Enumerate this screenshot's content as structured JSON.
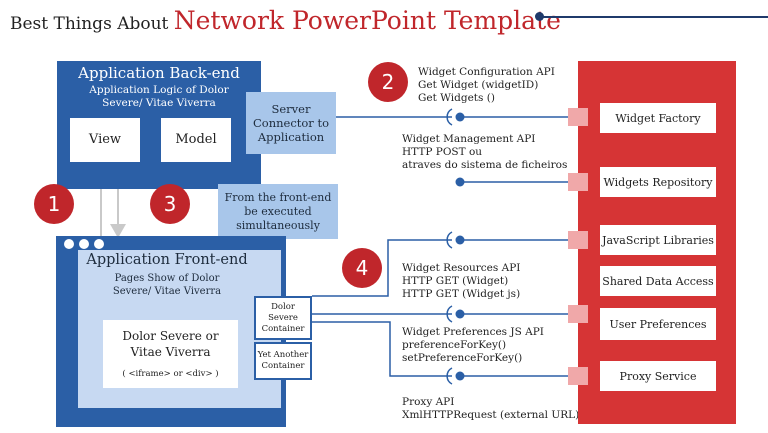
{
  "header": {
    "prefix": "Best Things About",
    "title": "Network PowerPoint Template"
  },
  "backend": {
    "title": "Application Back-end",
    "subtitle_1": "Application Logic of Dolor",
    "subtitle_2": "Severe/ Vitae Viverra",
    "view": "View",
    "model": "Model",
    "server_1": "Server",
    "server_2": "Connector to",
    "server_3": "Application"
  },
  "badges": [
    "1",
    "2",
    "3",
    "4"
  ],
  "note": {
    "line_1": "From the front-end",
    "line_2": "be executed",
    "line_3": "simultaneously"
  },
  "frontend": {
    "title": "Application Front-end",
    "subtitle_1": "Pages Show of Dolor",
    "subtitle_2": "Severe/ Vitae Viverra",
    "box_1": "Dolor Severe or",
    "box_2": "Vitae Viverra",
    "box_3": "( <iframe> or <div> )",
    "container_1a": "Dolor Severe",
    "container_1b": "Container",
    "container_2a": "Yet Another",
    "container_2b": "Container"
  },
  "apis": [
    {
      "title": "Widget Configuration API",
      "lines": [
        "Get Widget (widgetID)",
        "Get Widgets ()"
      ]
    },
    {
      "title": "Widget Management API",
      "lines": [
        "HTTP POST ou",
        "atraves do sistema de ficheiros"
      ]
    },
    {
      "title": "Widget Resources API",
      "lines": [
        "HTTP GET (Widget)",
        "HTTP GET (Widget js)"
      ]
    },
    {
      "title": "Widget Preferences JS API",
      "lines": [
        "preferenceForKey()",
        "setPreferenceForKey()"
      ]
    },
    {
      "title": "Proxy API",
      "lines": [
        "XmlHTTPRequest (external URL)"
      ]
    }
  ],
  "services": [
    "Widget Factory",
    "Widgets Repository",
    "JavaScript Libraries",
    "Shared Data Access",
    "User Preferences",
    "Proxy Service"
  ],
  "colors": {
    "accent_red": "#c0262b",
    "panel_blue": "#2b5fa6",
    "light_blue": "#a8c6ea",
    "line_blue": "#2b5fa6",
    "service_red": "#d63435"
  }
}
